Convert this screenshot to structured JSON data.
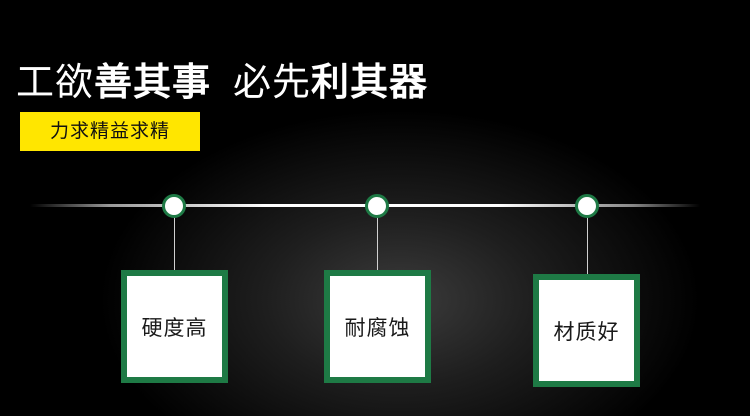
{
  "headline": {
    "part1_light": "工欲",
    "part1_bold": "善其事",
    "part2_light": "必先",
    "part2_bold": "利其器"
  },
  "tagline": "力求精益求精",
  "colors": {
    "accent_green": "#1e7a45",
    "tag_yellow": "#ffe600",
    "background": "#000000"
  },
  "cards": [
    {
      "label": "硬度高"
    },
    {
      "label": "耐腐蚀"
    },
    {
      "label": "材质好"
    }
  ]
}
